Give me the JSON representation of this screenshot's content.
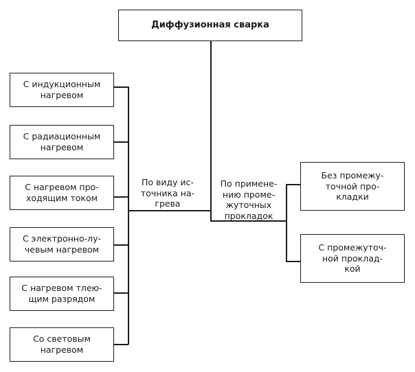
{
  "title": "Диффузионная сварка",
  "criteria": {
    "by_heat_source": "По виду ис-\nточника на-\nгрева",
    "by_interlayer": "По примене-\nнию проме-\nжуточных\nпрокладок"
  },
  "heat_source_types": [
    "С индукционным\nнагревом",
    "С радиационным\nнагревом",
    "С нагревом про-\nходящим током",
    "С электронно-лу-\nчевым нагревом",
    "С нагревом тлею-\nщим разрядом",
    "Со световым\nнагревом"
  ],
  "interlayer_types": [
    "Без промежу-\nточной про-\nкладки",
    "С промежуточ-\nной проклад-\nкой"
  ]
}
